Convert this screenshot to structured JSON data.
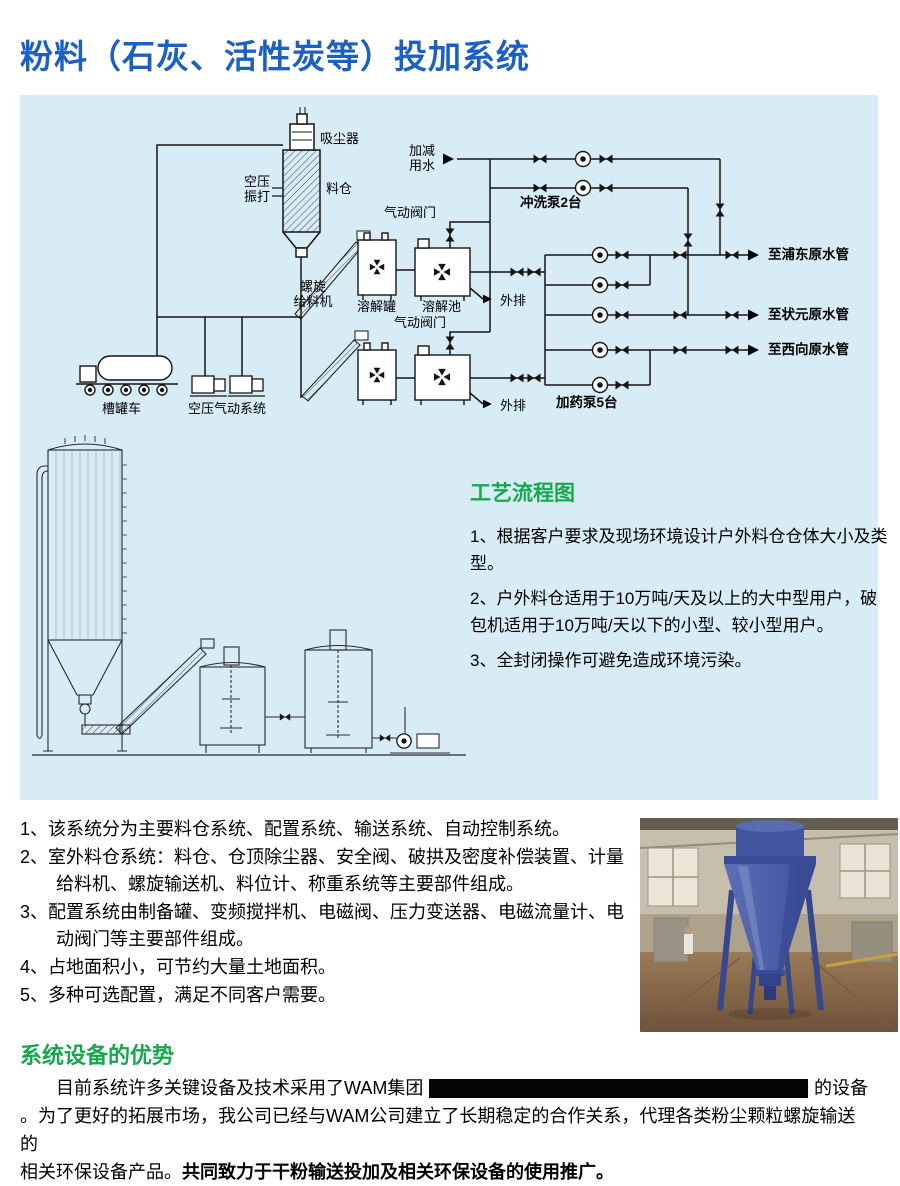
{
  "page": {
    "title": "粉料（石灰、活性炭等）投加系统"
  },
  "flow_diagram": {
    "labels": {
      "dust_collector": "吸尘器",
      "air_knocker_l1": "空压",
      "air_knocker_l2": "振打",
      "silo": "料仓",
      "screw_feeder_l1": "螺旋",
      "screw_feeder_l2": "给料机",
      "pneumatic_valve_1": "气动阀门",
      "pneumatic_valve_2": "气动阀门",
      "dissolving_tank": "溶解罐",
      "dissolving_pool": "溶解池",
      "drain_1": "外排",
      "drain_2": "外排",
      "tank_truck": "槽罐车",
      "air_compress_system": "空压气动系统",
      "makeup_water_l1": "加减",
      "makeup_water_l2": "用水",
      "flush_pumps": "冲洗泵2台",
      "dosing_pumps": "加药泵5台",
      "outlet_pudong": "至浦东原水管",
      "outlet_zhuangyuan": "至状元原水管",
      "outlet_xixiang": "至西向原水管"
    }
  },
  "process_notes": {
    "title": "工艺流程图",
    "items": [
      "1、根据客户要求及现场环境设计户外料仓仓体大小及类型。",
      "2、户外料仓适用于10万吨/天及以上的大中型用户，破包机适用于10万吨/天以下的小型、较小型用户。",
      "3、全封闭操作可避免造成环境污染。"
    ]
  },
  "features": [
    "1、该系统分为主要料仓系统、配置系统、输送系统、自动控制系统。",
    "2、室外料仓系统：料仓、仓顶除尘器、安全阀、破拱及密度补偿装置、计量给料机、螺旋输送机、料位计、称重系统等主要部件组成。",
    "3、配置系统由制备罐、变频搅拌机、电磁阀、压力变送器、电磁流量计、电动阀门等主要部件组成。",
    "4、占地面积小，可节约大量土地面积。",
    "5、多种可选配置，满足不同客户需要。"
  ],
  "advantages": {
    "title": "系统设备的优势",
    "line1_prefix": "目前系统许多关键设备及技术采用了WAM集团",
    "line1_suffix": "的设备",
    "line2": "。为了更好的拓展市场，我公司已经与WAM公司建立了长期稳定的合作关系，代理各类粉尘颗粒螺旋输送的",
    "line3_normal": "相关环保设备产品。",
    "line3_bold": "共同致力于干粉输送投加及相关环保设备的使用推广。"
  },
  "colors": {
    "title_blue": "#1b60c2",
    "heading_green": "#17a84d",
    "panel_bg": "#d8ecf5",
    "silo_photo_blue": "#42549e",
    "redaction": "#050505"
  }
}
